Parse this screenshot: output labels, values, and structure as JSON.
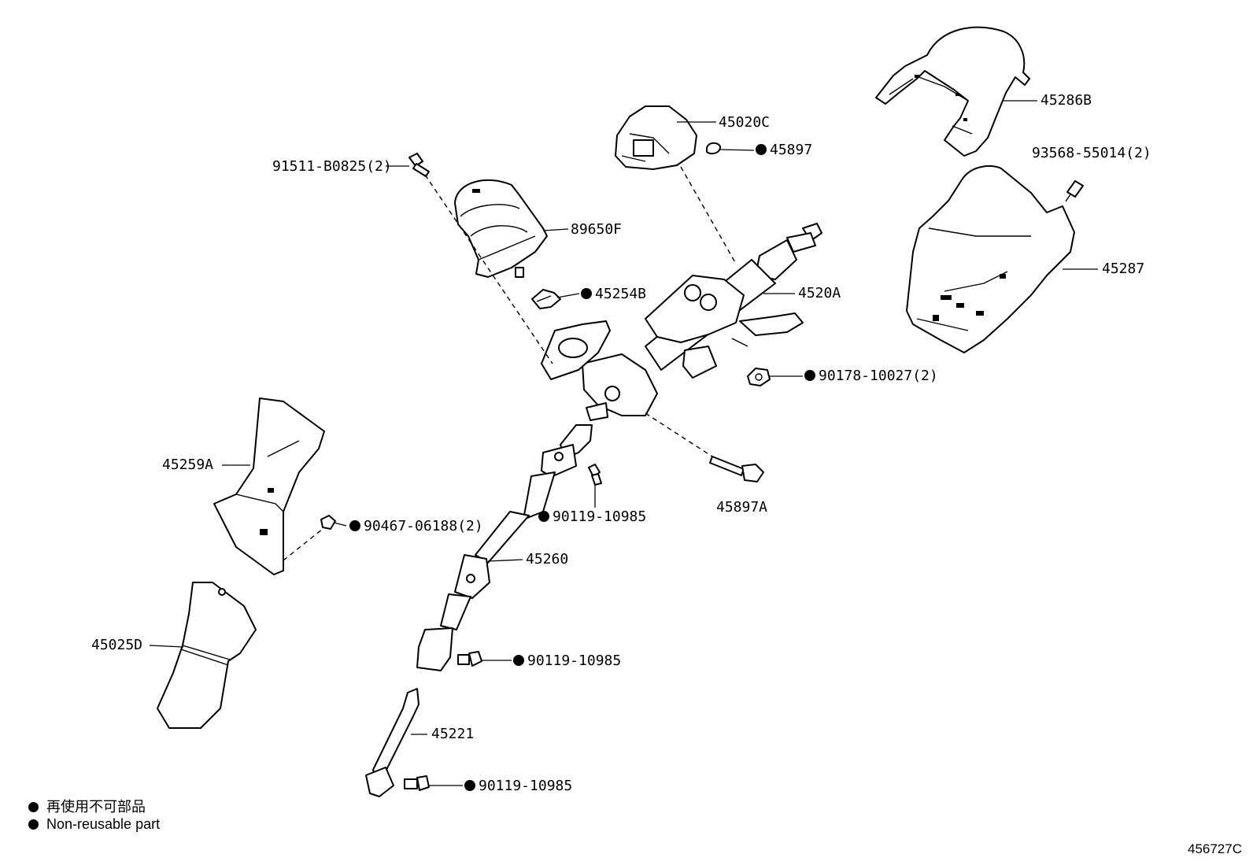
{
  "labels": {
    "p45286B": "45286B",
    "p93568": "93568-55014(2)",
    "p45287": "45287",
    "p45020C": "45020C",
    "p45897": "45897",
    "p91511": "91511-B0825(2)",
    "p89650F": "89650F",
    "p45254B": "45254B",
    "p4520A": "4520A",
    "p90178": "90178-10027(2)",
    "p45259A": "45259A",
    "p45897A": "45897A",
    "p90119a": "90119-10985",
    "p90467": "90467-06188(2)",
    "p45260": "45260",
    "p45025D": "45025D",
    "p90119b": "90119-10985",
    "p45221": "45221",
    "p90119c": "90119-10985"
  },
  "legend": {
    "line1": "再使用不可部品",
    "line2": "Non-reusable part"
  },
  "figure_id": "456727C",
  "colors": {
    "ink": "#000000",
    "background": "#ffffff"
  }
}
